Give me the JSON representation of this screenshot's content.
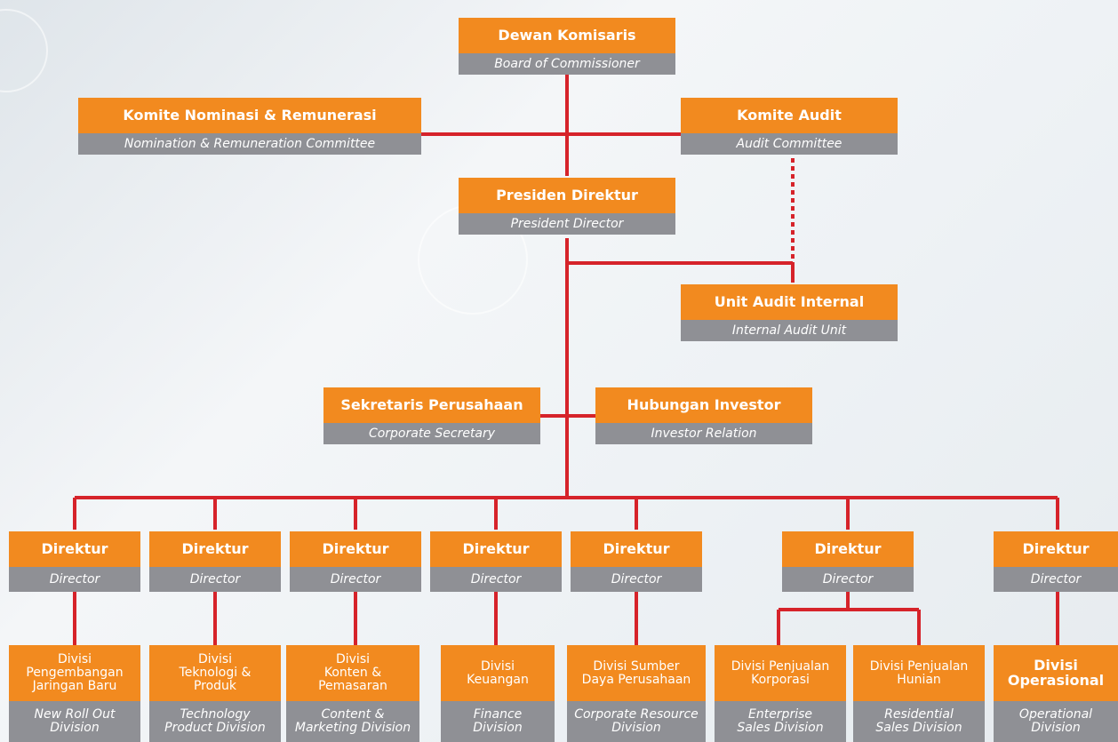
{
  "colors": {
    "accent": "#f28a1f",
    "sub": "#8f9095",
    "line": "#d6232a"
  },
  "top": {
    "board": {
      "title": "Dewan Komisaris",
      "subtitle": "Board of Commissioner"
    },
    "nomination": {
      "title": "Komite Nominasi & Remunerasi",
      "subtitle": "Nomination & Remuneration Committee"
    },
    "audit_committee": {
      "title": "Komite Audit",
      "subtitle": "Audit Committee"
    },
    "president": {
      "title": "Presiden Direktur",
      "subtitle": "President Director"
    },
    "internal_audit": {
      "title": "Unit Audit Internal",
      "subtitle": "Internal Audit Unit"
    },
    "secretary": {
      "title": "Sekretaris Perusahaan",
      "subtitle": "Corporate Secretary"
    },
    "investor": {
      "title": "Hubungan Investor",
      "subtitle": "Investor Relation"
    }
  },
  "directors": [
    {
      "title": "Direktur",
      "subtitle": "Director"
    },
    {
      "title": "Direktur",
      "subtitle": "Director"
    },
    {
      "title": "Direktur",
      "subtitle": "Director"
    },
    {
      "title": "Direktur",
      "subtitle": "Director"
    },
    {
      "title": "Direktur",
      "subtitle": "Director"
    },
    {
      "title": "Direktur",
      "subtitle": "Director"
    },
    {
      "title": "Direktur",
      "subtitle": "Director"
    }
  ],
  "divisions": [
    {
      "title": "Divisi\nPengembangan\nJaringan Baru",
      "subtitle": "New Roll Out\nDivision"
    },
    {
      "title": "Divisi\nTeknologi &\nProduk",
      "subtitle": "Technology\nProduct Division"
    },
    {
      "title": "Divisi\nKonten &\nPemasaran",
      "subtitle": "Content &\nMarketing Division"
    },
    {
      "title": "Divisi\nKeuangan",
      "subtitle": "Finance\nDivision"
    },
    {
      "title": "Divisi Sumber\nDaya Perusahaan",
      "subtitle": "Corporate Resource\nDivision"
    },
    {
      "title": "Divisi Penjualan\nKorporasi",
      "subtitle": "Enterprise\nSales Division"
    },
    {
      "title": "Divisi Penjualan\nHunian",
      "subtitle": "Residential\nSales Division"
    },
    {
      "title": "Divisi\nOperasional",
      "subtitle": "Operational\nDivision"
    }
  ]
}
